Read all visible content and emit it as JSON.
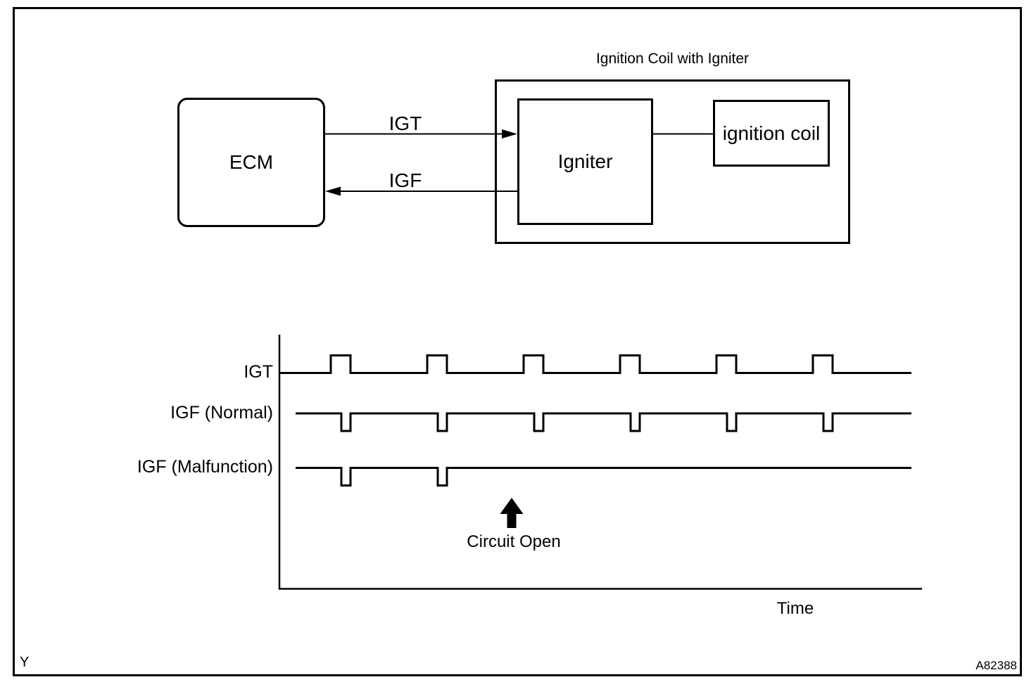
{
  "figure": {
    "corner_mark": "Y",
    "figure_code": "A82388"
  },
  "block_diagram": {
    "ecm_label": "ECM",
    "assembly_title": "Ignition Coil with Igniter",
    "igniter_label": "Igniter",
    "ignition_coil_label": "ignition coil",
    "igt_signal_label": "IGT",
    "igf_signal_label": "IGF"
  },
  "chart_data": {
    "type": "line",
    "subtype": "timing_diagram",
    "xlabel": "Time",
    "grid": false,
    "legend_position": "left-of-each-trace",
    "annotation": {
      "label": "Circuit Open",
      "arrow_x": 727,
      "arrow_tip_y": 708,
      "arrow_tail_y": 751
    },
    "series": [
      {
        "name": "IGT",
        "pulse_direction": "up",
        "pulse_count": 6,
        "baseline_y": 530.5,
        "pulse_height": 25,
        "pulse_width": 28,
        "pulse_starts_x": [
          470,
          607,
          744,
          881,
          1018,
          1155
        ],
        "x_start": 397,
        "x_end": 1295
      },
      {
        "name": "IGF (Normal)",
        "pulse_direction": "down",
        "pulse_count": 6,
        "baseline_y": 588,
        "pulse_height": 25,
        "pulse_width": 13,
        "pulse_starts_x": [
          485,
          622,
          759,
          896,
          1033,
          1170
        ],
        "x_start": 420,
        "x_end": 1295
      },
      {
        "name": "IGF (Malfunction)",
        "pulse_direction": "down",
        "pulse_count": 2,
        "baseline_y": 665.5,
        "pulse_height": 25,
        "pulse_width": 13,
        "pulse_starts_x": [
          485,
          622
        ],
        "x_start": 420,
        "x_end": 1295
      }
    ]
  }
}
